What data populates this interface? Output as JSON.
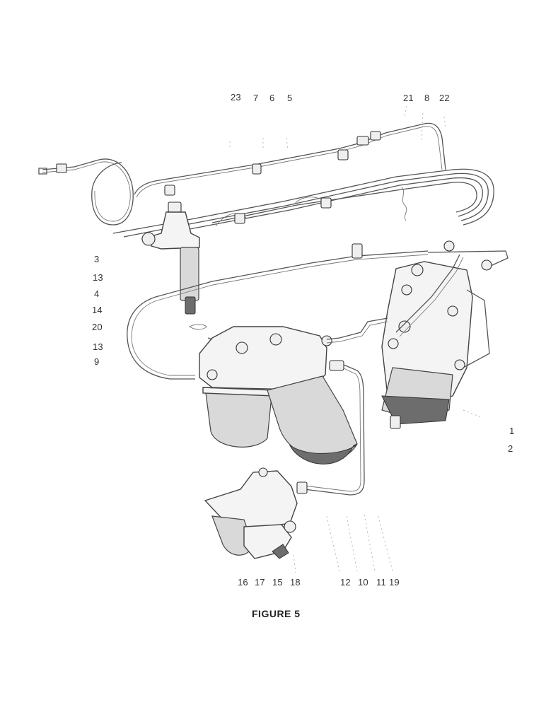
{
  "callouts": {
    "top_left": [
      "23",
      "7",
      "6",
      "5"
    ],
    "top_right": [
      "21",
      "8",
      "22"
    ],
    "left_column": [
      "3",
      "13",
      "4",
      "14",
      "20",
      "13",
      "9"
    ],
    "right_column": [
      "1",
      "2"
    ],
    "bottom_left": [
      "16",
      "17",
      "15",
      "18"
    ],
    "bottom_right": [
      "12",
      "10",
      "11",
      "19"
    ]
  },
  "caption": "FIGURE 5"
}
